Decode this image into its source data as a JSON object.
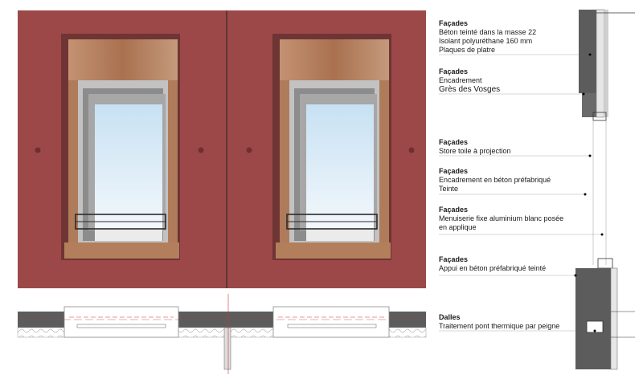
{
  "annotations": [
    {
      "heading": "Façades",
      "lines": [
        "Béton teinté dans la masse 22",
        "Isolant polyuréthane 160 mm",
        "Plaques de platre"
      ]
    },
    {
      "heading": "Façades",
      "lines": [
        "Encadrement",
        "Grès des Vosges"
      ]
    },
    {
      "heading": "Façades",
      "lines": [
        "Store toile à projection"
      ]
    },
    {
      "heading": "Façades",
      "lines": [
        "Encadrement en béton préfabriqué",
        "Teinte"
      ]
    },
    {
      "heading": "Façades",
      "lines": [
        "Menuiserie fixe  aluminium blanc posée",
        "en applique"
      ]
    },
    {
      "heading": "Façades",
      "lines": [
        "Appui en béton préfabriqué teinté"
      ]
    },
    {
      "heading": "Dalles",
      "lines": [
        "Traitement pont thermique par peigne"
      ]
    }
  ],
  "colors": {
    "concrete": "#9c4848",
    "sandstone": "#b77f5c",
    "glass": "#d9ecf8",
    "frame": "#8a8a8a",
    "leader": "#b0b0b0"
  }
}
